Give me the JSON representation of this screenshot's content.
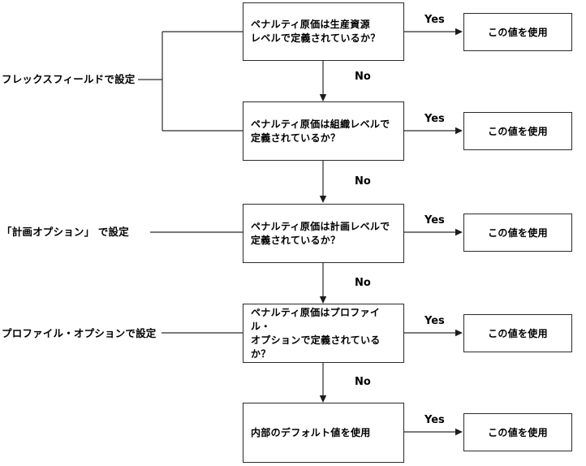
{
  "flowchart": {
    "description": "Penalty cost value resolution flowchart",
    "source_labels": [
      {
        "text": "フレックスフィールドで設定"
      },
      {
        "text": "「計画オプション」 で設定"
      },
      {
        "text": "プロファイル・オプションで設定"
      }
    ],
    "steps": [
      {
        "question": "ペナルティ原価は生産資源\nレベルで定義されているか？",
        "yes": "Yes",
        "no": "No",
        "result": "この値を使用"
      },
      {
        "question": "ペナルティ原価は組織レベルで\n定義されているか？",
        "yes": "Yes",
        "no": "No",
        "result": "この値を使用"
      },
      {
        "question": "ペナルティ原価は計画レベルで\n定義されているか？",
        "yes": "Yes",
        "no": "No",
        "result": "この値を使用"
      },
      {
        "question": "ペナルティ原価はプロファイル・\nオプションで定義されているか？",
        "yes": "Yes",
        "no": "No",
        "result": "この値を使用"
      },
      {
        "question": "内部のデフォルト値を使用",
        "yes": "Yes",
        "result": "この値を使用"
      }
    ],
    "colors": {
      "line": "#2b2b2b",
      "text": "#000000",
      "background": "#ffffff"
    }
  }
}
